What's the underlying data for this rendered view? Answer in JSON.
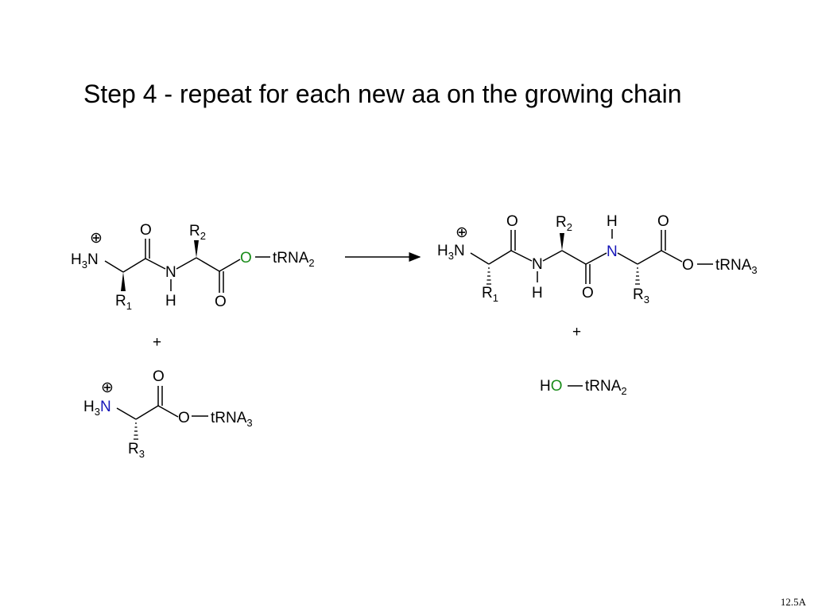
{
  "slide": {
    "title": "Step 4 - repeat for each new aa on the growing chain",
    "slide_number": "12.5A"
  },
  "colors": {
    "black": "#000000",
    "green": "#1a8c1a",
    "blue": "#1515b8"
  },
  "labels": {
    "h3": "H",
    "sub_3": "3",
    "sub_1": "1",
    "sub_2": "2",
    "n": "N",
    "o": "O",
    "h": "H",
    "r": "R",
    "trna": "tRNA",
    "plus": "+",
    "charge": "⊕"
  }
}
